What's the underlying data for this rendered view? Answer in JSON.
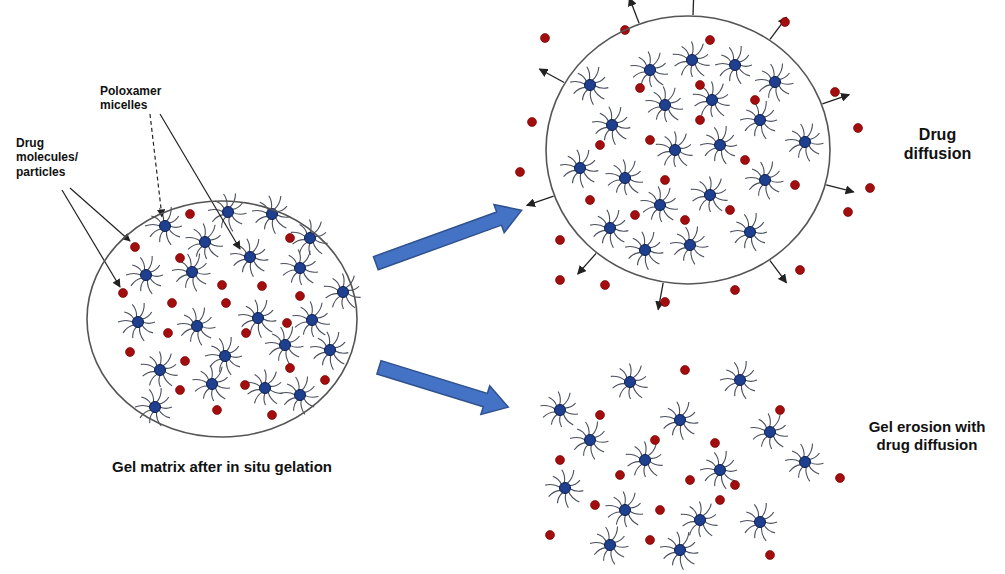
{
  "diagram": {
    "nodes": [
      {
        "text": [
          "Gel matrix after in situ gelation"
        ]
      },
      {
        "text": [
          "Drug diffusion"
        ]
      },
      {
        "text": [
          "Gel erosion with drug diffusion"
        ]
      }
    ],
    "edges": [
      {
        "from": 0,
        "to": 1,
        "arrow": "to"
      },
      {
        "from": 0,
        "to": 2,
        "arrow": "to"
      }
    ],
    "labels": [
      "Drug molecules/ particles",
      "Poloxamer micelles"
    ]
  }
}
